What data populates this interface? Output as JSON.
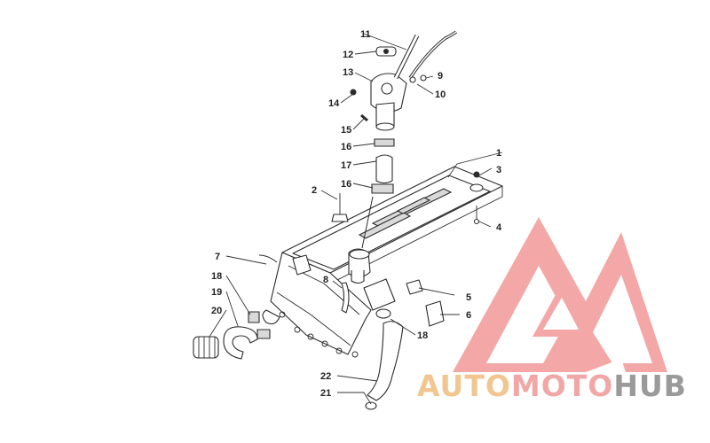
{
  "callouts": [
    {
      "id": "c1",
      "label": "1"
    },
    {
      "id": "c2",
      "label": "2"
    },
    {
      "id": "c3",
      "label": "3"
    },
    {
      "id": "c4",
      "label": "4"
    },
    {
      "id": "c5",
      "label": "5"
    },
    {
      "id": "c6",
      "label": "6"
    },
    {
      "id": "c7",
      "label": "7"
    },
    {
      "id": "c8",
      "label": "8"
    },
    {
      "id": "c9",
      "label": "9"
    },
    {
      "id": "c10",
      "label": "10"
    },
    {
      "id": "c11",
      "label": "11"
    },
    {
      "id": "c12",
      "label": "12"
    },
    {
      "id": "c13",
      "label": "13"
    },
    {
      "id": "c14",
      "label": "14"
    },
    {
      "id": "c15",
      "label": "15"
    },
    {
      "id": "c16a",
      "label": "16"
    },
    {
      "id": "c16b",
      "label": "16"
    },
    {
      "id": "c17",
      "label": "17"
    },
    {
      "id": "c18a",
      "label": "18"
    },
    {
      "id": "c18b",
      "label": "18"
    },
    {
      "id": "c19",
      "label": "19"
    },
    {
      "id": "c20",
      "label": "20"
    },
    {
      "id": "c21",
      "label": "21"
    },
    {
      "id": "c22",
      "label": "22"
    }
  ],
  "watermark": {
    "part1": "AUTO",
    "part2": "MOTO",
    "part3": "HUB",
    "colors": {
      "auto": "#f2c690",
      "moto": "#f0a7a5",
      "hub": "#9a9a9a",
      "logo": "#f19a98"
    }
  }
}
